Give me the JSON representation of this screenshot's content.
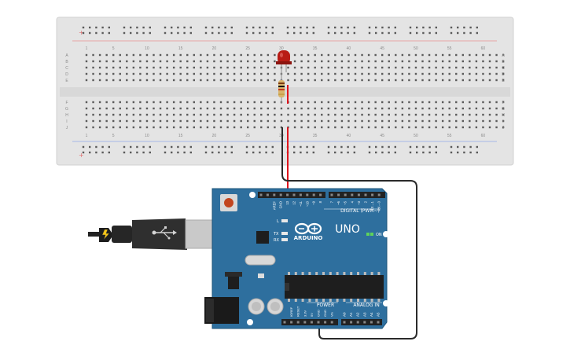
{
  "breadboard": {
    "column_numbers": [
      "1",
      "5",
      "10",
      "15",
      "20",
      "25",
      "30",
      "35",
      "40",
      "45",
      "50",
      "55",
      "60"
    ],
    "rows_top": [
      "A",
      "B",
      "C",
      "D",
      "E"
    ],
    "rows_bottom": [
      "F",
      "G",
      "H",
      "I",
      "J"
    ],
    "rail_plus": "+",
    "rail_minus": "-"
  },
  "arduino": {
    "brand": "ARDUINO",
    "model": "UNO",
    "digital_label": "DIGITAL (PWM~)",
    "power_label": "POWER",
    "analog_label": "ANALOG IN",
    "on_label": "ON",
    "led_l": "L",
    "led_tx": "TX",
    "led_rx": "RX",
    "top_pins": [
      "AREF",
      "GND",
      "13",
      "12",
      "~11",
      "~10",
      "~9",
      "8",
      "7",
      "~6",
      "~5",
      "4",
      "~3",
      "2",
      "TX→1",
      "RX←0"
    ],
    "power_pins": [
      "IOREF",
      "RESET",
      "3.3V",
      "5V",
      "GND",
      "GND",
      "Vin"
    ],
    "analog_pins": [
      "A0",
      "A1",
      "A2",
      "A3",
      "A4",
      "A5"
    ]
  },
  "colors": {
    "board_blue": "#2e6f9e",
    "breadboard": "#e4e4e4",
    "wire_red": "#e0141c",
    "wire_black": "#2a2a2a",
    "led_red": "#c0221a",
    "rail_red": "#e8a6a6",
    "rail_blue": "#a6b8e8"
  }
}
